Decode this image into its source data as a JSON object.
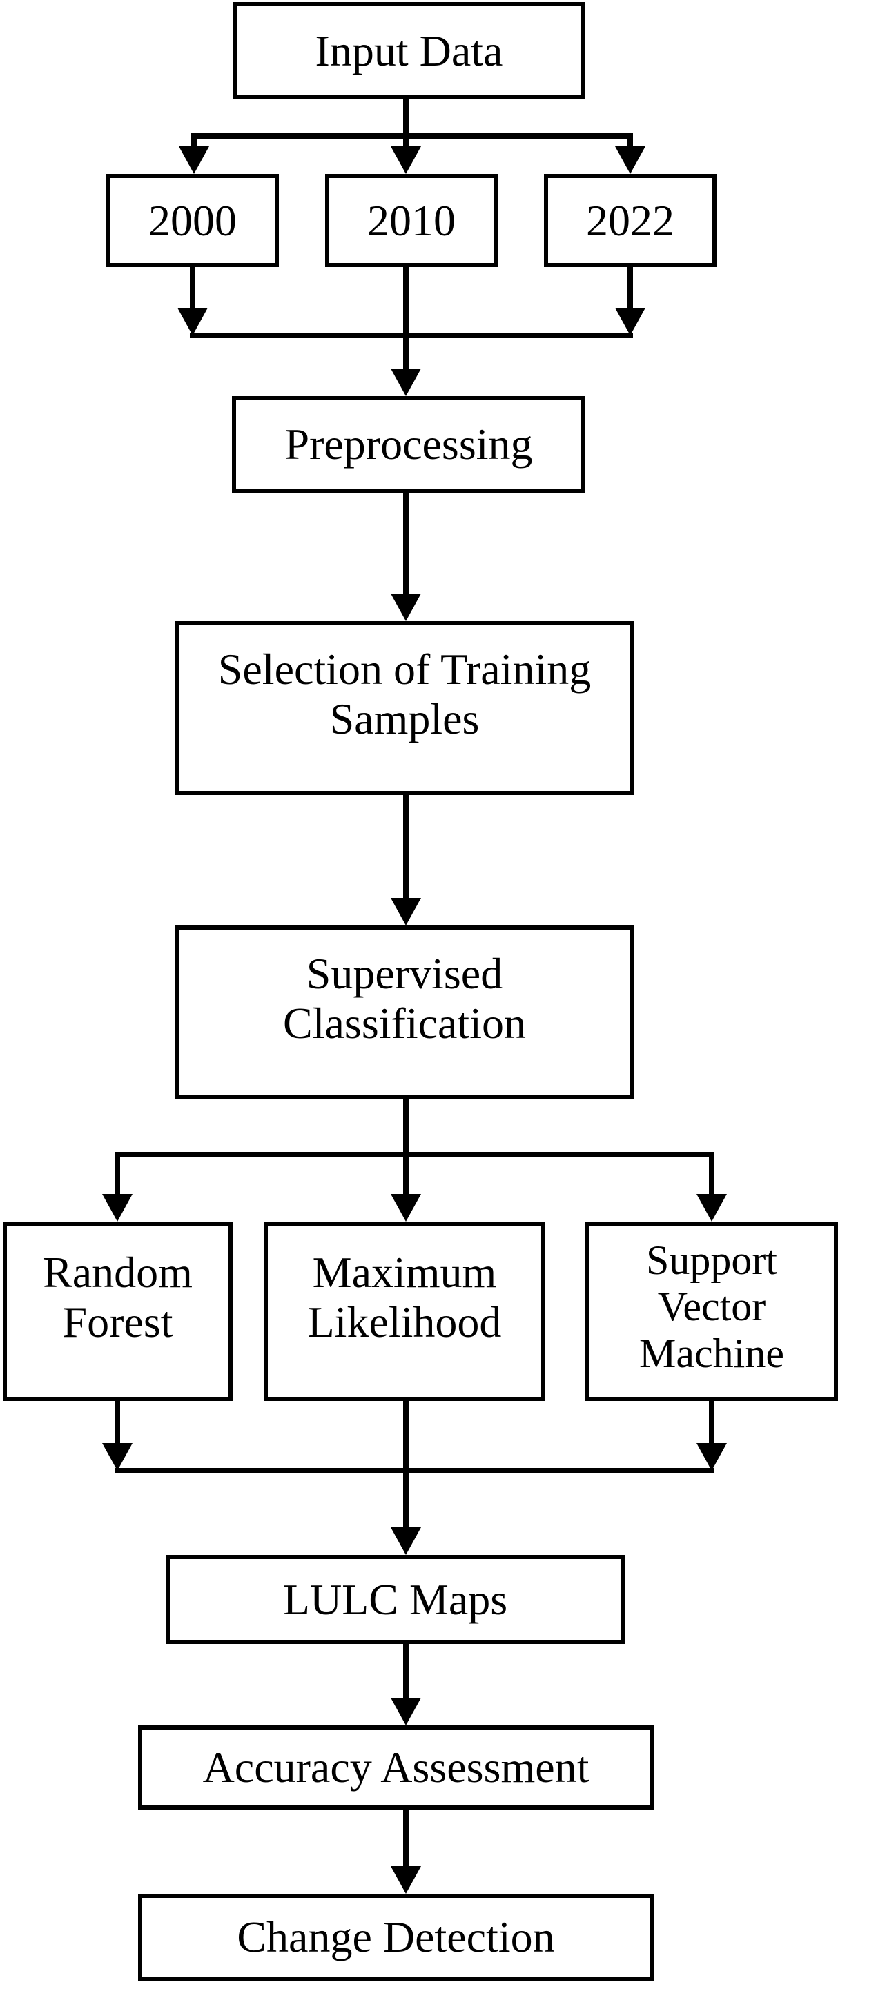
{
  "diagram": {
    "description": "LULC classification and change detection methodology flowchart",
    "colors": {
      "line": "#000000",
      "box_border": "#000000",
      "box_fill": "#ffffff",
      "background": "#ffffff",
      "text": "#000000"
    },
    "nodes": {
      "input_data": {
        "label": "Input Data"
      },
      "year_2000": {
        "label": "2000"
      },
      "year_2010": {
        "label": "2010"
      },
      "year_2022": {
        "label": "2022"
      },
      "preprocessing": {
        "label": "Preprocessing"
      },
      "selection_of_training_samples": {
        "label": "Selection of Training\nSamples"
      },
      "supervised_classification": {
        "label": "Supervised\nClassification"
      },
      "random_forest": {
        "label": "Random\nForest"
      },
      "maximum_likelihood": {
        "label": "Maximum\nLikelihood"
      },
      "support_vector_machine": {
        "label": "Support\nVector\nMachine"
      },
      "lulc_maps": {
        "label": "LULC Maps"
      },
      "accuracy_assessment": {
        "label": "Accuracy Assessment"
      },
      "change_detection": {
        "label": "Change Detection"
      }
    },
    "edges": [
      {
        "from": "input_data",
        "to": "year_2000"
      },
      {
        "from": "input_data",
        "to": "year_2010"
      },
      {
        "from": "input_data",
        "to": "year_2022"
      },
      {
        "from": "year_2000",
        "to": "preprocessing"
      },
      {
        "from": "year_2010",
        "to": "preprocessing"
      },
      {
        "from": "year_2022",
        "to": "preprocessing"
      },
      {
        "from": "preprocessing",
        "to": "selection_of_training_samples"
      },
      {
        "from": "selection_of_training_samples",
        "to": "supervised_classification"
      },
      {
        "from": "supervised_classification",
        "to": "random_forest"
      },
      {
        "from": "supervised_classification",
        "to": "maximum_likelihood"
      },
      {
        "from": "supervised_classification",
        "to": "support_vector_machine"
      },
      {
        "from": "random_forest",
        "to": "lulc_maps"
      },
      {
        "from": "maximum_likelihood",
        "to": "lulc_maps"
      },
      {
        "from": "support_vector_machine",
        "to": "lulc_maps"
      },
      {
        "from": "lulc_maps",
        "to": "accuracy_assessment"
      },
      {
        "from": "accuracy_assessment",
        "to": "change_detection"
      }
    ]
  }
}
